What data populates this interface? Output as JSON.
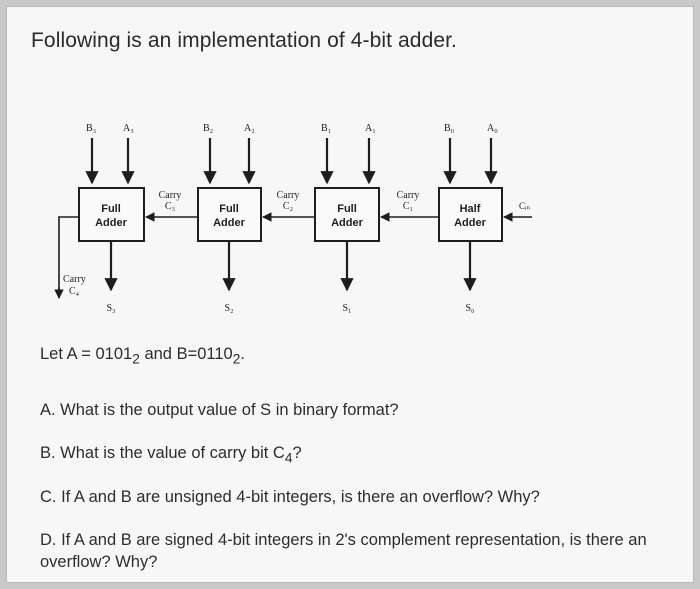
{
  "heading": "Following is an implementation of 4-bit adder.",
  "diagram": {
    "inputs": [
      {
        "b": "B₃",
        "a": "A₃"
      },
      {
        "b": "B₂",
        "a": "A₂"
      },
      {
        "b": "B₁",
        "a": "A₁"
      },
      {
        "b": "B₀",
        "a": "A₀"
      }
    ],
    "blocks": [
      {
        "line1": "Full",
        "line2": "Adder"
      },
      {
        "line1": "Full",
        "line2": "Adder"
      },
      {
        "line1": "Full",
        "line2": "Adder"
      },
      {
        "line1": "Half",
        "line2": "Adder"
      }
    ],
    "carries": [
      {
        "word": "Carry",
        "sym": "C₃"
      },
      {
        "word": "Carry",
        "sym": "C₂"
      },
      {
        "word": "Carry",
        "sym": "C₁"
      }
    ],
    "carry_out": {
      "word": "Carry",
      "sym": "C₄"
    },
    "carry_in": "Cᵢₙ",
    "outputs": [
      "S₃",
      "S₂",
      "S₁",
      "S₀"
    ]
  },
  "questions": {
    "intro_prefix": "Let A = 0101",
    "intro_sub_a": "2",
    "intro_mid": " and B=0110",
    "intro_sub_b": "2",
    "intro_end": ".",
    "a": "A. What is the output value of S in binary format?",
    "b_prefix": "B. What is the value of carry bit C",
    "b_sub": "4",
    "b_end": "?",
    "c": "C. If A and B are unsigned 4-bit integers, is there an overflow? Why?",
    "d": "D. If A and B are signed 4-bit integers in 2's complement representation, is there an overflow? Why?"
  }
}
